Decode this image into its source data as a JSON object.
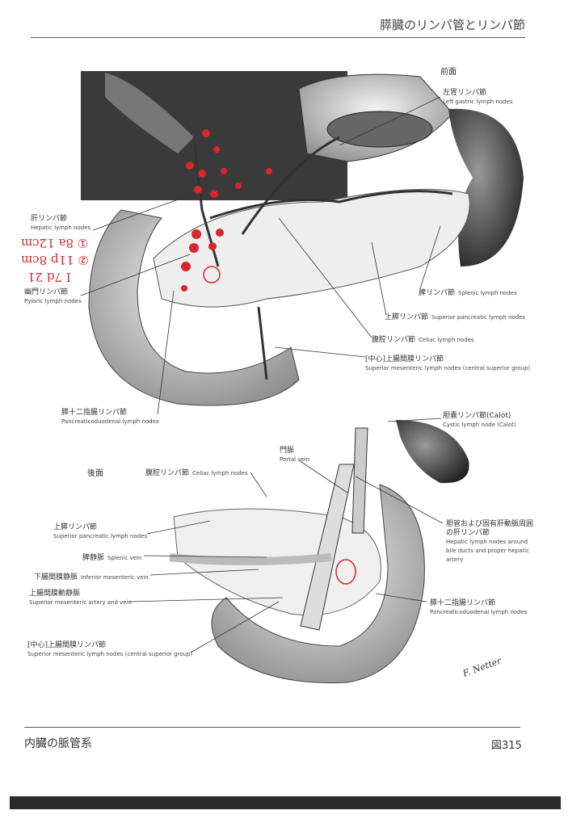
{
  "header": {
    "title": "膵臓のリンパ管とリンパ節"
  },
  "footer": {
    "section": "内臓の脈管系",
    "figure": "図315"
  },
  "anterior": {
    "view_label": "前面",
    "labels": [
      {
        "jp": "左胃リンパ節",
        "en": "Left gastric lymph nodes"
      },
      {
        "jp": "肝リンパ節",
        "en": "Hepatic lymph nodes"
      },
      {
        "jp": "幽門リンパ節",
        "en": "Pyloric lymph nodes"
      },
      {
        "jp": "脾リンパ節",
        "en": "Splenic lymph nodes"
      },
      {
        "jp": "上膵リンパ節",
        "en": "Superior pancreatic lymph nodes"
      },
      {
        "jp": "腹腔リンパ節",
        "en": "Celiac lymph nodes"
      },
      {
        "jp": "[中心]上腸間膜リンパ節",
        "en": "Superior mesenteric lymph nodes (central superior group)"
      },
      {
        "jp": "膵十二指腸リンパ節",
        "en": "Pancreaticoduodenal lymph nodes"
      },
      {
        "jp": "胆嚢リンパ節(Calot)",
        "en": "Cystic lymph node (Calot)"
      }
    ]
  },
  "posterior": {
    "view_label": "後面",
    "labels": [
      {
        "jp": "門脈",
        "en": "Portal vein"
      },
      {
        "jp": "腹腔リンパ節",
        "en": "Celiac lymph nodes"
      },
      {
        "jp": "上膵リンパ節",
        "en": "Superior pancreatic lymph nodes"
      },
      {
        "jp": "脾静脈",
        "en": "Splenic vein"
      },
      {
        "jp": "下腸間膜静脈",
        "en": "Inferior mesenteric vein"
      },
      {
        "jp": "上腸間膜動静脈",
        "en": "Superior mesenteric artery and vein"
      },
      {
        "jp": "[中心]上腸間膜リンパ節",
        "en": "Superior mesenteric lymph nodes (central superior group)"
      },
      {
        "jp": "胆管および固有肝動脈周囲の肝リンパ節",
        "en": "Hepatic lymph nodes around bile ducts and proper hepatic artery"
      },
      {
        "jp": "膵十二指腸リンパ節",
        "en": "Pancreaticoduodenal lymph nodes"
      }
    ]
  },
  "handwritten_notes": [
    "① 8a 12cm",
    "② 11p 8cm",
    "I 7d 21"
  ],
  "signature": "F. Netter",
  "colors": {
    "annotation_red": "#d8262a",
    "ink": "#333333"
  }
}
